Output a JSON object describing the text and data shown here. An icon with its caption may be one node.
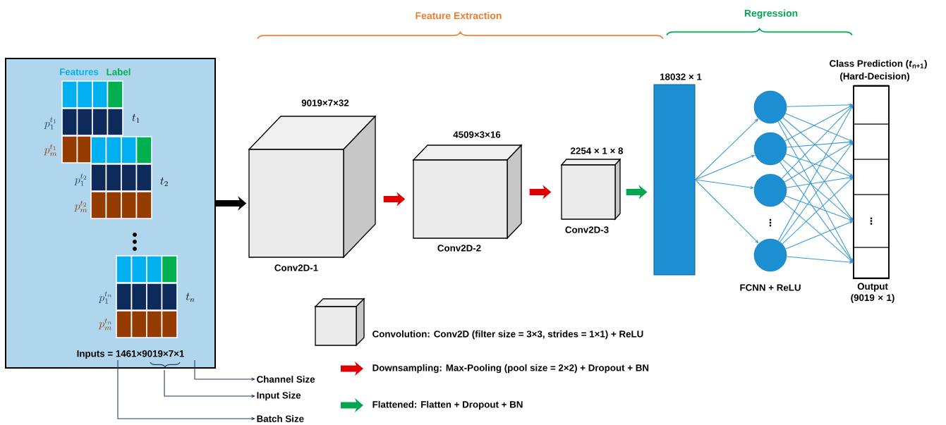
{
  "diagram": {
    "nodes": [
      {
        "text": [
          "Inputs = 1461×9019×7×1"
        ]
      },
      {
        "text": [
          "9019×7×32",
          "Conv2D-1"
        ]
      },
      {
        "text": [
          "4509×3×16",
          "Conv2D-2"
        ]
      },
      {
        "text": [
          "2254 × 1 × 8",
          "Conv2D-3"
        ]
      },
      {
        "text": [
          "18032 × 1"
        ]
      },
      {
        "text": [],
        "shape": "circle"
      },
      {
        "text": [],
        "shape": "circle"
      },
      {
        "text": [],
        "shape": "circle"
      },
      {
        "text": [],
        "shape": "circle"
      },
      {
        "text": [
          "Class Prediction (*t*$_{n+1}$)",
          "(Hard-Decision)",
          "Output (9019 × 1)"
        ]
      },
      {
        "text": [],
        "shape": "box",
        "in": 9
      },
      {
        "text": [],
        "shape": "box",
        "in": 9
      },
      {
        "text": [],
        "shape": "box",
        "in": 9
      },
      {
        "text": [
          "⋮"
        ],
        "in": 9
      },
      {
        "text": [],
        "shape": "box",
        "in": 9
      },
      {
        "text": [
          "Channel Size"
        ]
      },
      {
        "text": [
          "Input Size"
        ]
      },
      {
        "text": [
          "Batch Size"
        ]
      }
    ],
    "edges": [
      {
        "from": 0,
        "to": 1,
        "arrow": "to",
        "style": "thick",
        "color": "#000000"
      },
      {
        "from": 1,
        "to": 2,
        "arrow": "to",
        "style": "thick",
        "color": "#e00000"
      },
      {
        "from": 2,
        "to": 3,
        "arrow": "to",
        "style": "thick",
        "color": "#e00000"
      },
      {
        "from": 3,
        "to": 4,
        "arrow": "to",
        "style": "thick",
        "color": "#00a651"
      },
      {
        "from": 4,
        "to": 5,
        "arrow": "to"
      },
      {
        "from": 4,
        "to": 6,
        "arrow": "to"
      },
      {
        "from": 4,
        "to": 7,
        "arrow": "to"
      },
      {
        "from": 4,
        "to": 8,
        "arrow": "to"
      },
      {
        "from": 5,
        "to": 10,
        "arrow": "to"
      },
      {
        "from": 5,
        "to": 11,
        "arrow": "to"
      },
      {
        "from": 5,
        "to": 12,
        "arrow": "to"
      },
      {
        "from": 5,
        "to": 13,
        "arrow": "to"
      },
      {
        "from": 5,
        "to": 14,
        "arrow": "to"
      },
      {
        "from": 6,
        "to": 10,
        "arrow": "to"
      },
      {
        "from": 6,
        "to": 11,
        "arrow": "to"
      },
      {
        "from": 6,
        "to": 12,
        "arrow": "to"
      },
      {
        "from": 6,
        "to": 13,
        "arrow": "to"
      },
      {
        "from": 6,
        "to": 14,
        "arrow": "to"
      },
      {
        "from": 7,
        "to": 10,
        "arrow": "to"
      },
      {
        "from": 7,
        "to": 11,
        "arrow": "to"
      },
      {
        "from": 7,
        "to": 12,
        "arrow": "to"
      },
      {
        "from": 7,
        "to": 13,
        "arrow": "to"
      },
      {
        "from": 7,
        "to": 14,
        "arrow": "to"
      },
      {
        "from": 8,
        "to": 10,
        "arrow": "to"
      },
      {
        "from": 8,
        "to": 11,
        "arrow": "to"
      },
      {
        "from": 8,
        "to": 12,
        "arrow": "to"
      },
      {
        "from": 8,
        "to": 13,
        "arrow": "to"
      },
      {
        "from": 8,
        "to": 14,
        "arrow": "to"
      },
      {
        "from": 0,
        "to": 15,
        "arrow": "to",
        "color": "#1f3864"
      },
      {
        "from": 0,
        "to": 16,
        "arrow": "to",
        "color": "#1f3864"
      },
      {
        "from": 0,
        "to": 17,
        "arrow": "to",
        "color": "#1f3864"
      }
    ],
    "labels": [
      "Feature Extraction",
      "Regression",
      "Features",
      "Label",
      "p_1^{t_1}",
      "t_1",
      "p_m^{t_1}",
      "p_1^{t_2}",
      "t_2",
      "p_m^{t_2}",
      "p_1^{t_n}",
      "t_n",
      "p_m^{t_n}",
      "⋮",
      "FCNN + ReLU"
    ],
    "legend": [
      {
        "text": "Convolution: Conv2D (filter size = 3×3, strides = 1×1) + ReLU"
      },
      {
        "text": "Downsampling: Max-Pooling (pool size = 2×2) + Dropout + BN"
      },
      {
        "text": "Flattened: Flatten + Dropout + BN"
      }
    ]
  }
}
